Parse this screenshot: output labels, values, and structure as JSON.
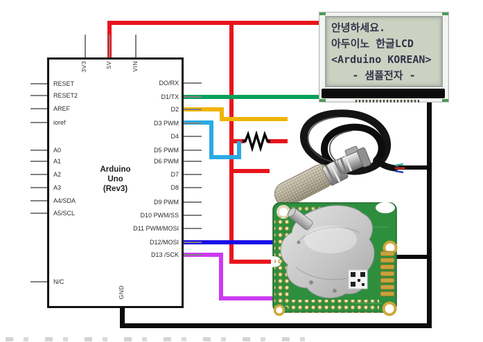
{
  "arduino": {
    "title_lines": [
      "Arduino",
      "Uno",
      "(Rev3)"
    ],
    "top_pins": [
      "3V3",
      "5V",
      "VIN"
    ],
    "bottom_pin": "GND",
    "left_pins": [
      "RESET",
      "RESET2",
      "AREF",
      "ioref",
      "A0",
      "A1",
      "A2",
      "A3",
      "A4/SDA",
      "A5/SCL",
      "N/C"
    ],
    "right_pins": [
      "DO/RX",
      "D1/TX",
      "D2",
      "D3 PWM",
      "D4",
      "D5 PWM",
      "D6 PWM",
      "D7",
      "D8",
      "D9 PWM",
      "D10 PWM/SS",
      "D11 PWM/MOSI",
      "D12/MOSI",
      "D13 /SCK"
    ]
  },
  "lcd": {
    "lines": [
      "안녕하세요.",
      "아두이노 한글LCD",
      "<Arduino KOREAN>",
      "- 샘플전자 -"
    ]
  },
  "colors": {
    "wire_red_5v": "#e8151c",
    "wire_green_d1tx": "#00a15b",
    "wire_yellow_d2": "#f0b400",
    "wire_cyan_d3": "#29abe2",
    "wire_blue_d12": "#1a0ae6",
    "wire_magenta_d13": "#cb3bf2",
    "wire_black_gnd": "#0b0b0b",
    "pcb_green": "#2d8f3e"
  }
}
